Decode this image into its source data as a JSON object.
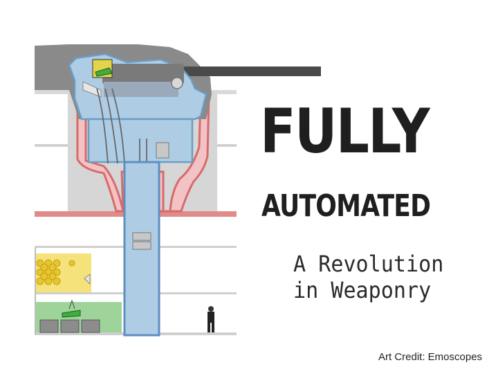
{
  "slide": {
    "title": "FULLY",
    "subtitle": "AUTOMATED",
    "tagline_line1": "A Revolution",
    "tagline_line2": "in Weaponry",
    "credit": "Art Credit: Emoscopes"
  },
  "illustration": {
    "subject": "naval gun turret cutaway",
    "colors": {
      "turret_grey": "#8a8a8a",
      "barrel": "#4a4a4a",
      "turret_interior": "#aecde4",
      "trunk_outline": "#5c8fbf",
      "barbette_pink": "#f2c2c4",
      "barbette_red": "#d86a6a",
      "shell_yellow": "#f5e27a",
      "shell_room_green": "#9ed49a",
      "hull_grey": "#d6d6d6"
    }
  }
}
